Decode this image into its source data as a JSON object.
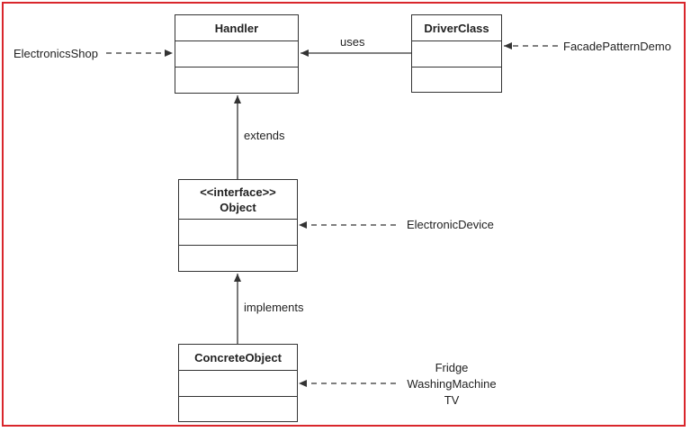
{
  "colors": {
    "frame": "#d9262c",
    "stroke": "#333333",
    "text": "#222222"
  },
  "classes": {
    "handler": {
      "name": "Handler"
    },
    "driver": {
      "name": "DriverClass"
    },
    "object": {
      "stereotype": "<<interface>>",
      "name": "Object"
    },
    "concrete": {
      "name": "ConcreteObject"
    }
  },
  "relations": {
    "uses": "uses",
    "extends": "extends",
    "implements": "implements"
  },
  "notes": {
    "electronics_shop": "ElectronicsShop",
    "facade_demo": "FacadePatternDemo",
    "electronic_device": "ElectronicDevice",
    "fridge": "Fridge",
    "washing_machine": "WashingMachine",
    "tv": "TV"
  }
}
